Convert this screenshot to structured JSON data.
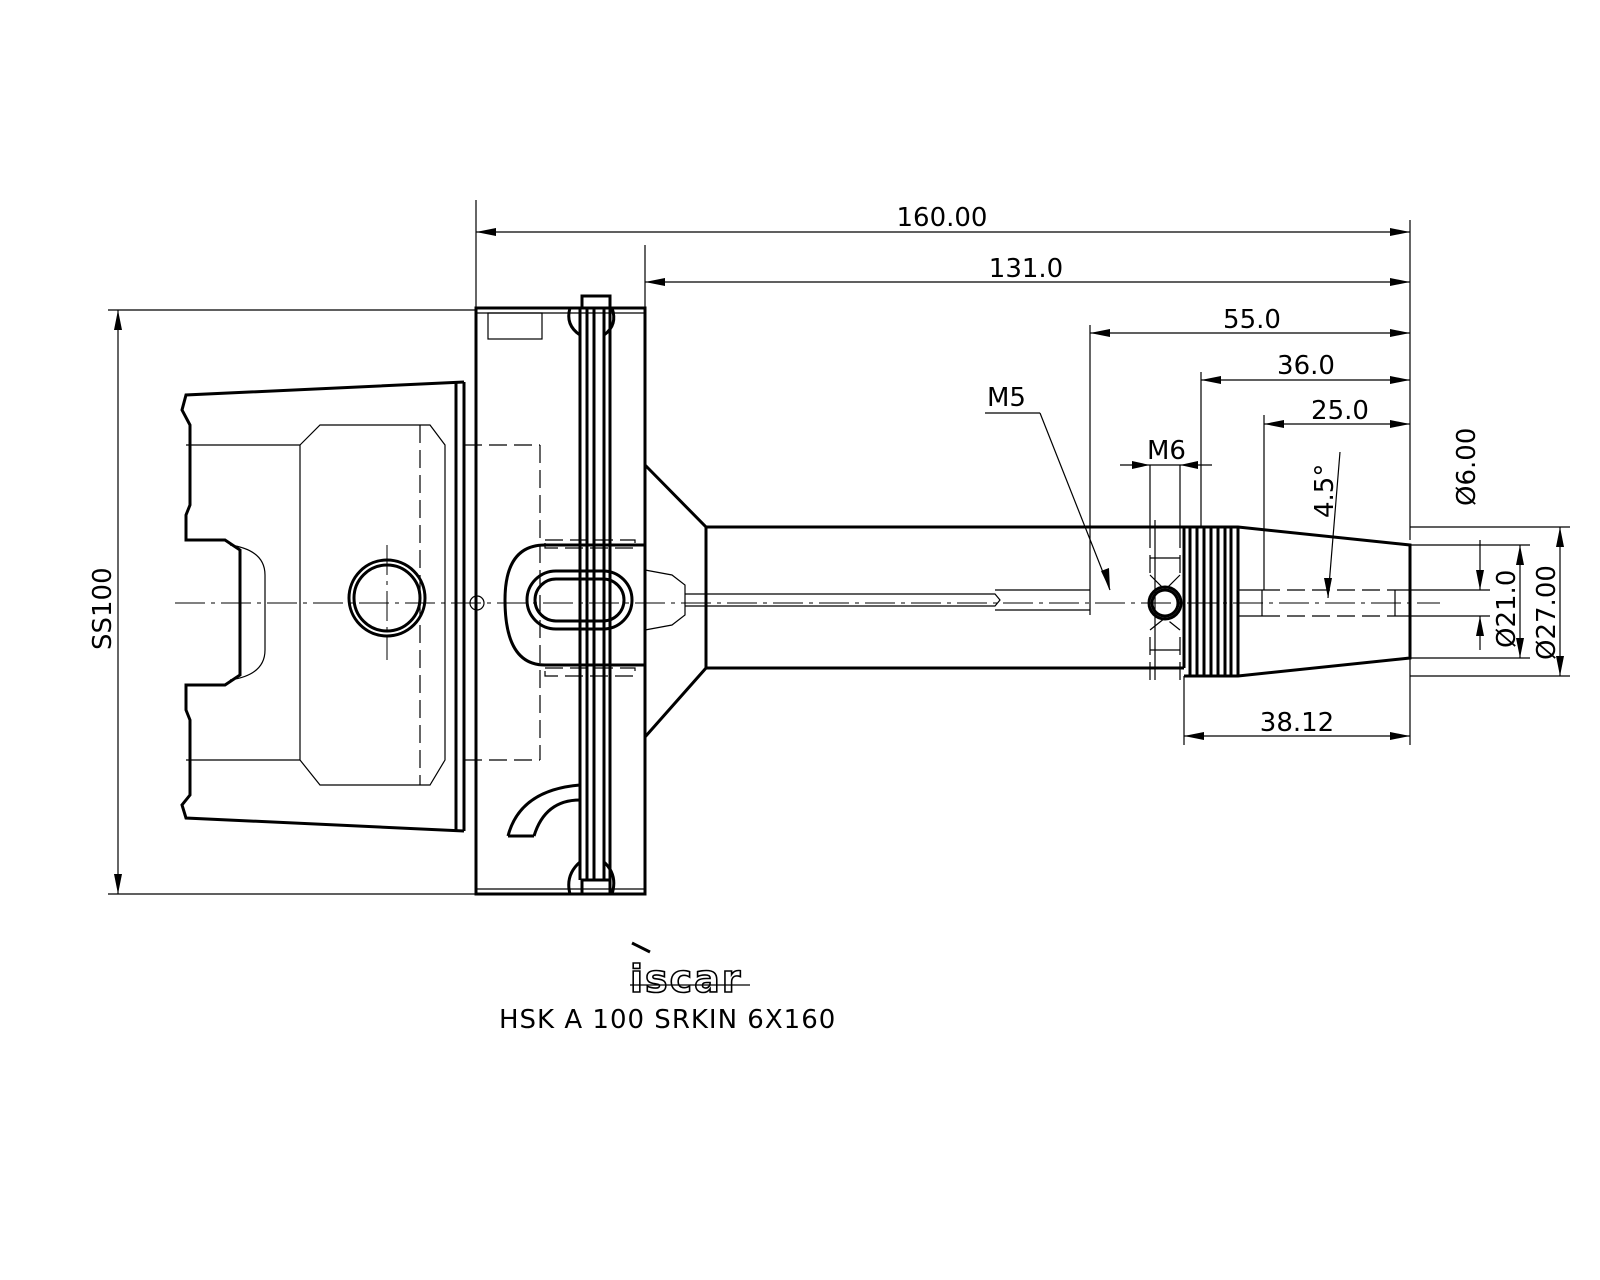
{
  "drawing": {
    "dimensions": {
      "overall_length": "160.00",
      "length_131": "131.0",
      "length_55": "55.0",
      "length_36": "36.0",
      "length_25": "25.0",
      "thread_length": "38.12",
      "angle": "4.5°",
      "dia_6": "Ø6.00",
      "dia_21": "Ø21.0",
      "dia_27": "Ø27.00",
      "shank_size": "SS100"
    },
    "thread_labels": {
      "m5": "M5",
      "m6": "M6"
    },
    "logo_text": "iscar",
    "caption": "HSK A 100 SRKIN 6X160"
  }
}
